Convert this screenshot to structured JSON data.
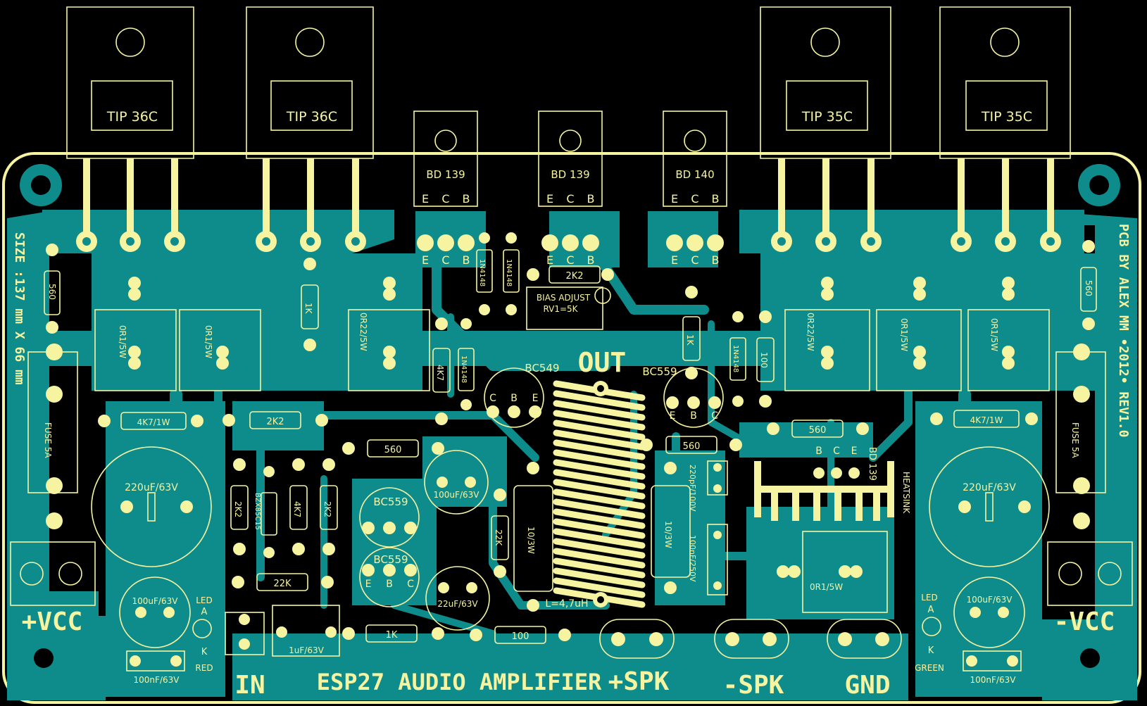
{
  "board": {
    "title": "ESP27 AUDIO AMPLIFIER",
    "size_note": "SIZE :137 mm X 66 mm",
    "credit": "PCB BY ALEX MM •2012• REV1.0",
    "colors": {
      "background": "#000000",
      "copper": "#0e8c8c",
      "silkscreen": "#f6f4a0"
    }
  },
  "connectors": {
    "vcc_pos": "+VCC",
    "vcc_neg": "-VCC",
    "input": "IN",
    "spk_pos": "+SPK",
    "spk_neg": "-SPK",
    "gnd": "GND",
    "out": "OUT"
  },
  "transistors": {
    "tip36c": "TIP 36C",
    "tip35c": "TIP 35C",
    "bd139": "BD 139",
    "bd140": "BD 140",
    "bc549": "BC549",
    "bc559": "BC559",
    "pin_e": "E",
    "pin_c": "C",
    "pin_b": "B",
    "heatsink": "HEATSINK",
    "bd139_small": "BD 139"
  },
  "components": {
    "r560": "560",
    "r1k": "1K",
    "r2k2": "2K2",
    "r4k7": "4K7",
    "r4k7_1w": "4K7/1W",
    "r22k": "22K",
    "r100": "100",
    "r_or1_5w": "0R1/5W",
    "r_or22_5w": "0R22/5W",
    "r10_3w": "10/3W",
    "d1n4148": "1N4148",
    "zener": "BZX85C15",
    "fuse": "FUSE 5A",
    "cap_220u": "220uF/63V",
    "cap_100u": "100uF/63V",
    "cap_100n": "100nF/63V",
    "cap_22u": "22uF/63V",
    "cap_1u": "1uF/63V",
    "cap_220p": "220pF/100V",
    "cap_100n_250": "100nF/250V",
    "inductor": "L=4,7uH",
    "bias1": "BIAS ADJUST",
    "bias2": "RV1=5K",
    "led_a": "A",
    "led_k": "K",
    "led": "LED",
    "led_red": "RED",
    "led_green": "GREEN"
  }
}
